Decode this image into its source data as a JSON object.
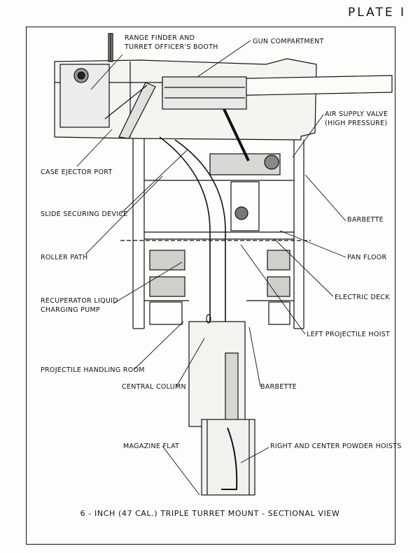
{
  "plate_label": "PLATE I",
  "caption": "6 - INCH (47 CAL.) TRIPLE TURRET MOUNT - SECTIONAL VIEW",
  "labels": {
    "range_finder": "RANGE FINDER AND\nTURRET OFFICER'S BOOTH",
    "gun_compartment": "GUN COMPARTMENT",
    "air_supply_valve": "AIR SUPPLY VALVE\n(HIGH PRESSURE)",
    "case_ejector_port": "CASE EJECTOR PORT",
    "slide_securing_device": "SLIDE SECURING DEVICE",
    "barbette_upper": "BARBETTE",
    "roller_path": "ROLLER PATH",
    "pan_floor": "PAN FLOOR",
    "recuperator": "RECUPERATOR LIQUID\nCHARGING PUMP",
    "electric_deck": "ELECTRIC DECK",
    "left_projectile_hoist": "LEFT PROJECTILE HOIST",
    "projectile_handling_room": "PROJECTILE HANDLING ROOM",
    "central_column": "CENTRAL COLUMN",
    "barbette_lower": "BARBETTE",
    "magazine_flat": "MAGAZINE FLAT",
    "powder_hoists": "RIGHT AND CENTER POWDER HOISTS"
  }
}
